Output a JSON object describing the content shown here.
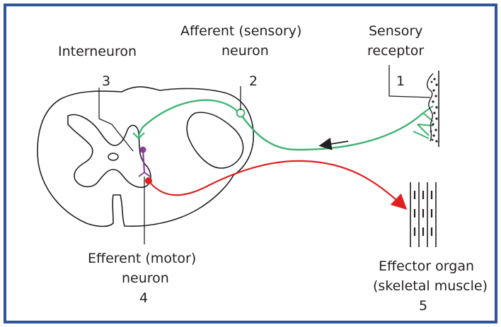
{
  "labels": {
    "interneuron": "Interneuron",
    "interneuron_num": "3",
    "afferent_line1": "Afferent (sensory)",
    "afferent_line2": "neuron",
    "afferent_num": "2",
    "receptor_line1": "Sensory",
    "receptor_line2": "receptor",
    "receptor_num": "1",
    "efferent_line1": "Efferent (motor)",
    "efferent_line2": "neuron",
    "efferent_num": "4",
    "effector_line1": "Effector organ",
    "effector_line2": "(skeletal muscle)",
    "effector_num": "5"
  },
  "colors": {
    "border": "#2f5597",
    "afferent": "#3cb371",
    "efferent": "#e02020",
    "interneuron": "#8e3a9c",
    "outline": "#231f20"
  }
}
